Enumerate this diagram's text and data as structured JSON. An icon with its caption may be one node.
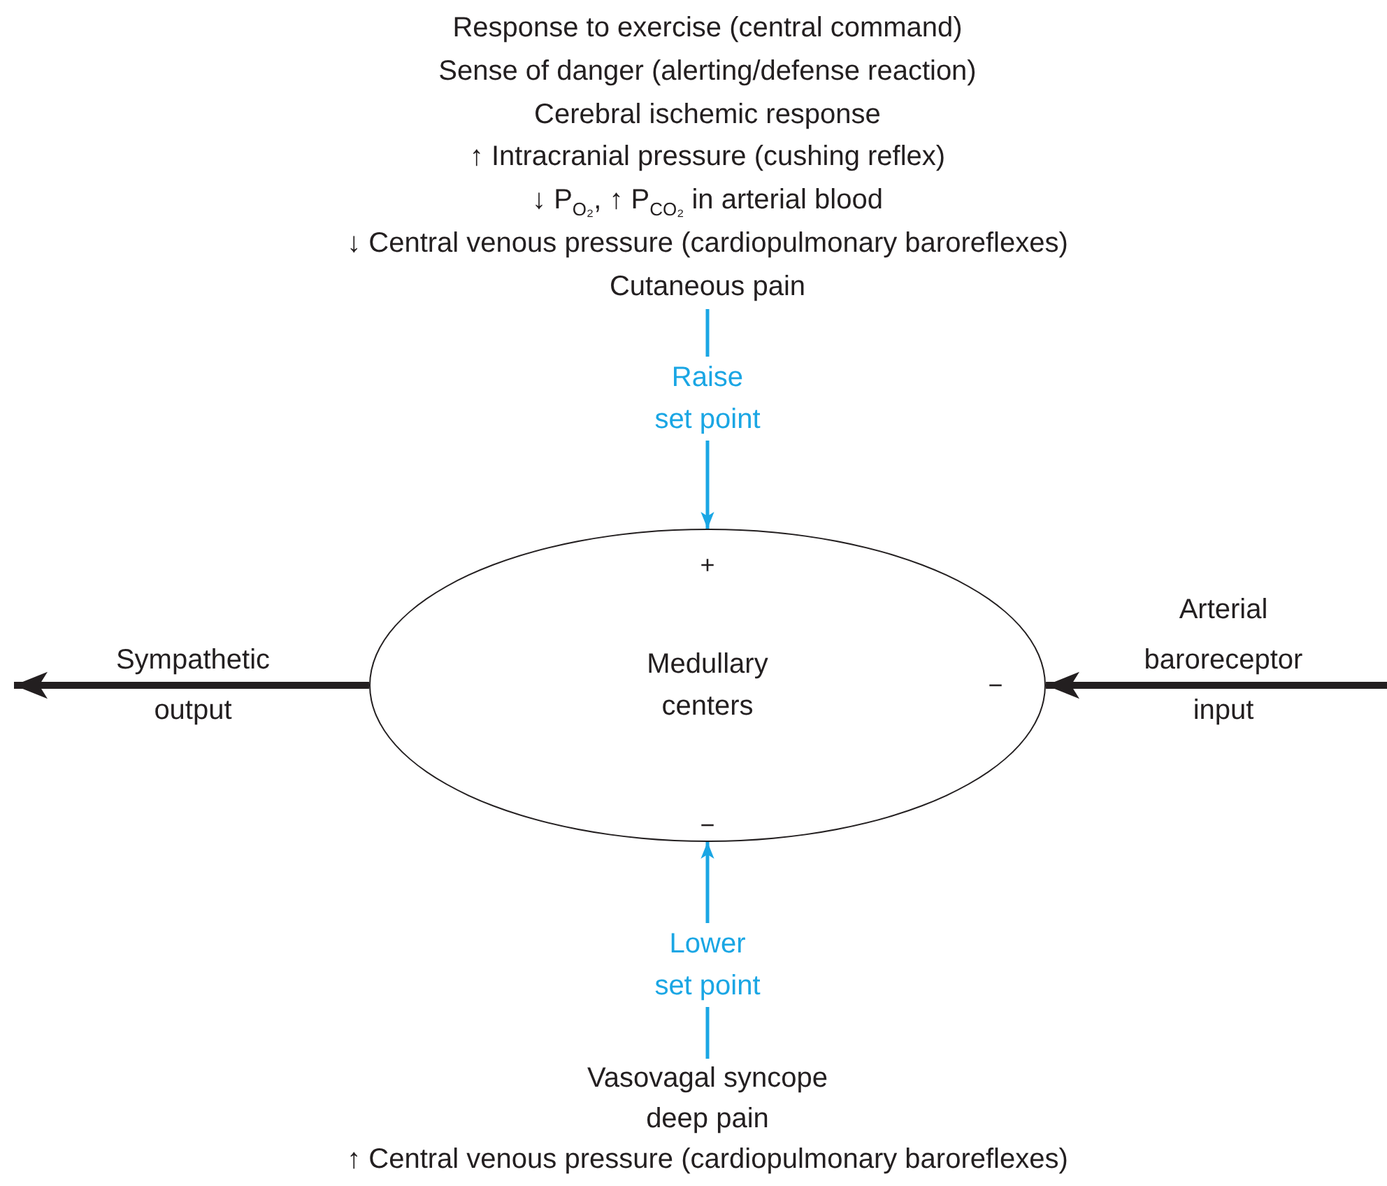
{
  "diagram": {
    "nodes": [
      {
        "text": [
          "Response to exercise (central command)",
          "Sense of danger (alerting/defense reaction)",
          "Cerebral ischemic response",
          "↑ Intracranial pressure (cushing reflex)",
          "↓ P$_{O₂}$, ↑ P$_{CO₂}$ in arterial blood",
          "↓ Central venous pressure (cardiopulmonary baroreflexes)",
          "Cutaneous pain"
        ]
      },
      {
        "text": [
          "Medullary centers"
        ]
      },
      {
        "text": [
          "Vasovagal syncope",
          "deep pain",
          "↑ Central venous pressure (cardiopulmonary baroreflexes)"
        ]
      }
    ],
    "edges": [
      {
        "from": 0,
        "to": 1,
        "arrow": "to",
        "label": "Raise set point",
        "color": "#1aa6e4"
      },
      {
        "from": 2,
        "to": 1,
        "arrow": "to",
        "label": "Lower set point",
        "color": "#1aa6e4"
      },
      {
        "from": 1,
        "to": null,
        "arrow": "to",
        "label": "Sympathetic output",
        "style": "thick",
        "color": "#231f20"
      },
      {
        "from": null,
        "to": 1,
        "arrow": "to",
        "label": "Arterial baroreceptor input",
        "style": "thick",
        "color": "#231f20"
      }
    ],
    "labels": [
      "+",
      "−",
      "−"
    ]
  }
}
